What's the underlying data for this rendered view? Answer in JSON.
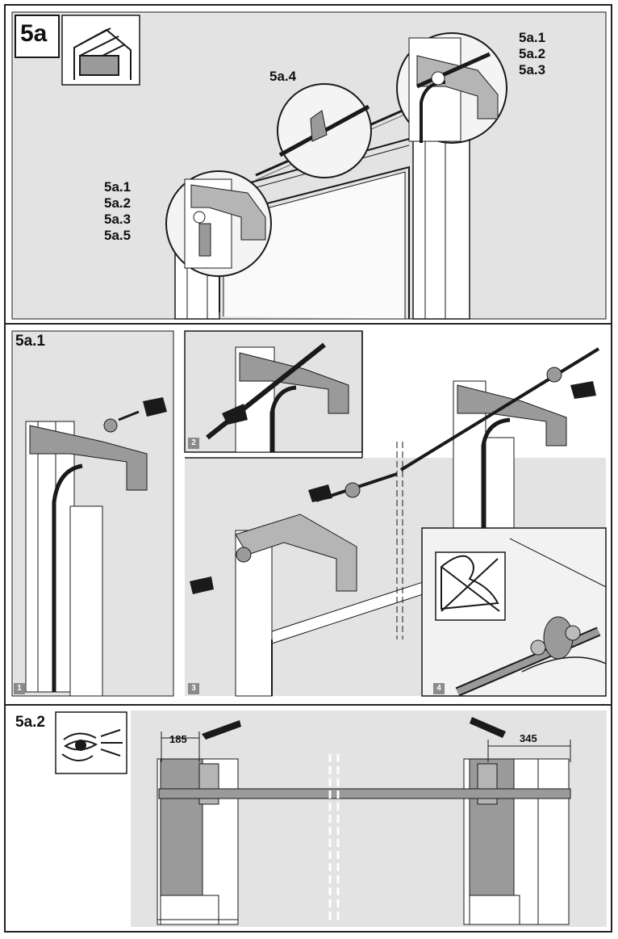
{
  "sections": {
    "a": {
      "title": "5a",
      "callout_left": [
        "5a.1",
        "5a.2",
        "5a.3",
        "5a.5"
      ],
      "callout_mid": "5a.4",
      "callout_right": [
        "5a.1",
        "5a.2",
        "5a.3"
      ]
    },
    "b": {
      "title": "5a.1",
      "steps": [
        "1",
        "2",
        "3",
        "4"
      ]
    },
    "c": {
      "title": "5a.2",
      "dim_left": "185",
      "dim_right": "345"
    }
  },
  "colors": {
    "panel_bg": "#e3e3e3",
    "line": "#1a1a1a",
    "part": "#9a9a9a",
    "step_badge": "#8a8a8a"
  },
  "icons": [
    "rail-mounting-icon",
    "inspect-eye-icon",
    "no-force-icon"
  ]
}
